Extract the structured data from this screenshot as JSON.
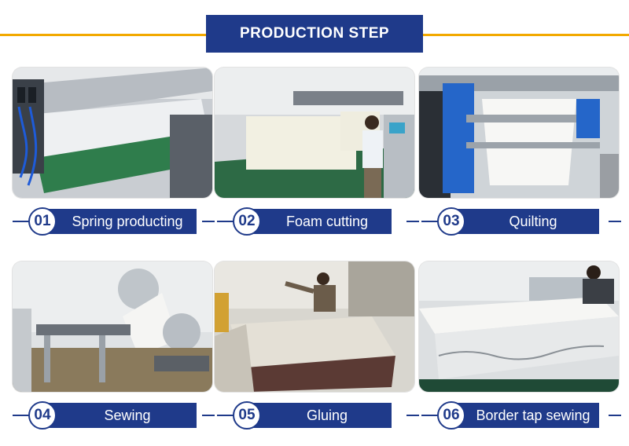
{
  "header": {
    "title": "PRODUCTION STEP"
  },
  "colors": {
    "accent_line": "#f2a900",
    "brand_blue": "#1f3a8a"
  },
  "steps": [
    {
      "number": "01",
      "label": "Spring producting"
    },
    {
      "number": "02",
      "label": "Foam cutting"
    },
    {
      "number": "03",
      "label": "Quilting"
    },
    {
      "number": "04",
      "label": "Sewing"
    },
    {
      "number": "05",
      "label": "Gluing"
    },
    {
      "number": "06",
      "label": "Border tap sewing"
    }
  ]
}
